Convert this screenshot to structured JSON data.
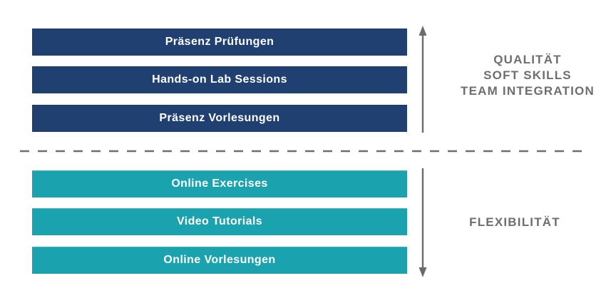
{
  "diagram": {
    "top_section": {
      "bars": [
        {
          "label": "Präsenz Prüfungen"
        },
        {
          "label": "Hands-on Lab Sessions"
        },
        {
          "label": "Präsenz Vorlesungen"
        }
      ],
      "side_label": {
        "lines": [
          "QUALITÄT",
          "SOFT SKILLS",
          "TEAM INTEGRATION"
        ]
      },
      "arrow_direction": "up"
    },
    "bottom_section": {
      "bars": [
        {
          "label": "Online Exercises"
        },
        {
          "label": "Video Tutorials"
        },
        {
          "label": "Online Vorlesungen"
        }
      ],
      "side_label": {
        "lines": [
          "FLEXIBILITÄT"
        ]
      },
      "arrow_direction": "down"
    },
    "colors": {
      "navy": "#1f4070",
      "teal": "#1aa3ae",
      "gray_text": "#6d6e71",
      "arrow_gray": "#6b6b6b",
      "dashed_line": "#6f6f6f",
      "bar_text": "#ffffff"
    }
  }
}
